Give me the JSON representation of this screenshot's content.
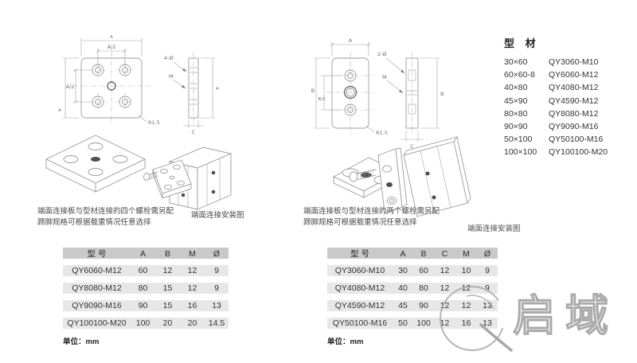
{
  "page": {
    "background": "#ffffff"
  },
  "colors": {
    "table_header_bg": "#c9c9c9",
    "table_row_bg": "#e7e7e7",
    "drawing_line": "#9b9b9b",
    "text_dark": "#333333",
    "watermark_gray": "#9c9c9c"
  },
  "left_section": {
    "front_view": {
      "dim_top_outer": "A",
      "dim_top_inner": "A/2",
      "dim_left_outer": "A",
      "dim_left_inner": "A/2",
      "corner_radius": "R1.5"
    },
    "side_view": {
      "hole_callout": "4-Ø",
      "thread_callout": "M",
      "width_dim": "C",
      "height_dim": "A"
    },
    "caption_line1": "端面连接板与型材连接的四个螺栓需另配",
    "caption_line2": "蹄脚规格可根据载重情况任意选择",
    "assembly_caption": "端面连接安装图",
    "table": {
      "headers": [
        "型 号",
        "A",
        "B",
        "M",
        "Ø"
      ],
      "rows": [
        [
          "QY6060-M12",
          "60",
          "12",
          "12",
          "9"
        ],
        [
          "QY8080-M12",
          "80",
          "15",
          "12",
          "9"
        ],
        [
          "QY9090-M16",
          "90",
          "15",
          "16",
          "13"
        ],
        [
          "QY100100-M20",
          "100",
          "20",
          "20",
          "14.5"
        ]
      ],
      "unit": "单位：mm"
    }
  },
  "right_section": {
    "front_view": {
      "dim_top": "A",
      "dim_left_outer": "B",
      "dim_left_inner": "B/2",
      "corner_radius": "R1.5"
    },
    "side_view": {
      "hole_callout": "2-Ø",
      "thread_callout": "M",
      "width_dim": "C",
      "height_dim": "B"
    },
    "caption_line1": "端面连接板与型材连接的两个螺栓需另配",
    "caption_line2": "蹄脚规格可根据载重情况任意选择",
    "assembly_caption": "端面连接安装图",
    "table": {
      "headers": [
        "型 号",
        "A",
        "B",
        "C",
        "M",
        "Ø"
      ],
      "rows": [
        [
          "QY3060-M10",
          "30",
          "60",
          "12",
          "10",
          "9"
        ],
        [
          "QY4080-M12",
          "40",
          "80",
          "12",
          "12",
          "9"
        ],
        [
          "QY4590-M12",
          "45",
          "90",
          "12",
          "12",
          "13"
        ],
        [
          "QY50100-M16",
          "50",
          "100",
          "12",
          "16",
          "13"
        ]
      ],
      "unit": "单位：mm"
    }
  },
  "profile_list": {
    "title": "型 材",
    "items": [
      {
        "size": "30×60",
        "model": "QY3060-M10"
      },
      {
        "size": "60×60-8",
        "model": "QY6060-M12"
      },
      {
        "size": "40×80",
        "model": "QY4080-M12"
      },
      {
        "size": "45×90",
        "model": "QY4590-M12"
      },
      {
        "size": "80×80",
        "model": "QY8080-M12"
      },
      {
        "size": "90×90",
        "model": "QY9090-M16"
      },
      {
        "size": "50×100",
        "model": "QY50100-M16"
      },
      {
        "size": "100×100",
        "model": "QY100100-M20"
      }
    ]
  },
  "watermark": {
    "logo": "q-circle-logo",
    "text": "启域"
  }
}
